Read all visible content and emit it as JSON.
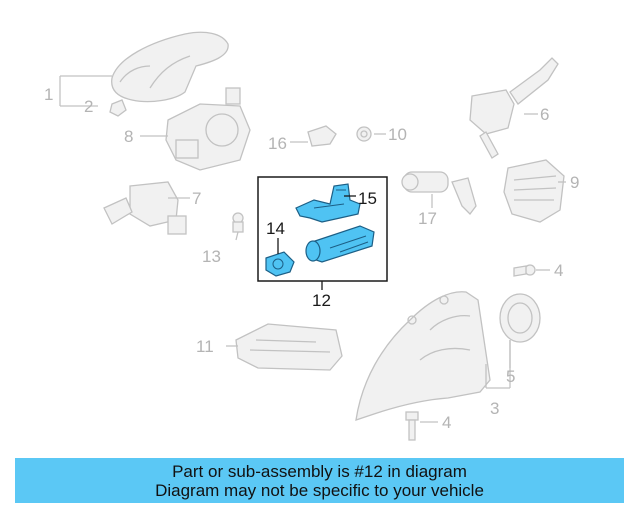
{
  "callouts": {
    "c1": "1",
    "c2": "2",
    "c3": "3",
    "c4a": "4",
    "c4b": "4",
    "c5": "5",
    "c6": "6",
    "c7": "7",
    "c8": "8",
    "c9": "9",
    "c10": "10",
    "c11": "11",
    "c12": "12",
    "c13": "13",
    "c14": "14",
    "c15": "15",
    "c16": "16",
    "c17": "17"
  },
  "highlighted_assembly": "12",
  "colors": {
    "highlight_part": "#4fc3f3",
    "banner_bg": "#5bc8f5",
    "ghost_part": "#c2c2c2"
  },
  "banner": {
    "line1": "Part or sub-assembly is #12 in diagram",
    "line2": "Diagram may not be specific to your vehicle"
  }
}
